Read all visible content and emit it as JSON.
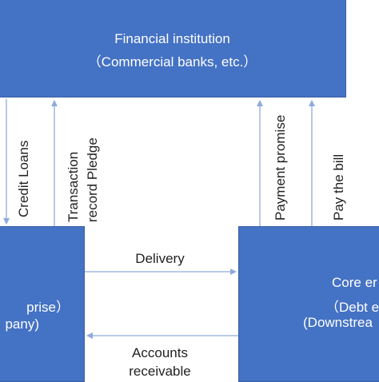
{
  "top_box": {
    "line1": "Financial institution",
    "line2": "（Commercial banks, etc.）"
  },
  "left_box": {
    "line1": "prise）",
    "line2": "pany)"
  },
  "right_box": {
    "line1": "Core er",
    "line2": "（Debt er",
    "line3": "(Downstrea"
  },
  "arrow_labels": {
    "credit_loans": "Credit Loans",
    "transaction_line1": "Transaction",
    "transaction_line2": "record Pledge",
    "payment_promise": "Payment promise",
    "pay_the_bill": "Pay the bill",
    "delivery": "Delivery",
    "accounts_line1": "Accounts",
    "accounts_line2": "receivable"
  },
  "colors": {
    "box_fill": "#4472c4",
    "arrow": "#8faadc",
    "text": "#222222"
  }
}
